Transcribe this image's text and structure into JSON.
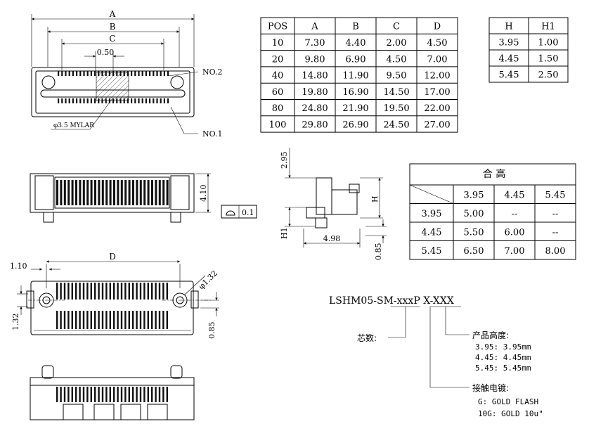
{
  "top_view": {
    "dim_a": "A",
    "dim_b": "B",
    "dim_c": "C",
    "pitch": "0.50",
    "callout_no2": "NO.2",
    "callout_no1": "NO.1",
    "mylar": "φ3.5 MYLAR"
  },
  "side_view": {
    "height": "4.10",
    "flatness": "0.1"
  },
  "bottom_view": {
    "dim_left": "1.10",
    "dim_d": "D",
    "hole_dia": "φ1.32",
    "dim_vert_left": "1.32",
    "dim_vert_right": "0.85"
  },
  "profile_view": {
    "dim_top": "2.95",
    "dim_h": "H",
    "dim_h1": "H1",
    "dim_width": "4.98",
    "dim_bottom": "0.85"
  },
  "dims_table": {
    "headers": [
      "POS",
      "A",
      "B",
      "C",
      "D"
    ],
    "rows": [
      [
        "10",
        "7.30",
        "4.40",
        "2.00",
        "4.50"
      ],
      [
        "20",
        "9.80",
        "6.90",
        "4.50",
        "7.00"
      ],
      [
        "40",
        "14.80",
        "11.90",
        "9.50",
        "12.00"
      ],
      [
        "60",
        "19.80",
        "16.90",
        "14.50",
        "17.00"
      ],
      [
        "80",
        "24.80",
        "21.90",
        "19.50",
        "22.00"
      ],
      [
        "100",
        "29.80",
        "26.90",
        "24.50",
        "27.00"
      ]
    ]
  },
  "h_table": {
    "headers": [
      "H",
      "H1"
    ],
    "rows": [
      [
        "3.95",
        "1.00"
      ],
      [
        "4.45",
        "1.50"
      ],
      [
        "5.45",
        "2.50"
      ]
    ]
  },
  "stack_table": {
    "title": "合 高",
    "col_headers": [
      "3.95",
      "4.45",
      "5.45"
    ],
    "row_headers": [
      "3.95",
      "4.45",
      "5.45"
    ],
    "cells": [
      [
        "5.00",
        "--",
        "--"
      ],
      [
        "5.50",
        "6.00",
        "--"
      ],
      [
        "6.50",
        "7.00",
        "8.00"
      ]
    ]
  },
  "part_number": {
    "code": "LSHM05-SM-xxxP X-XXX",
    "pins_label": "芯数:",
    "height_label": "产品高度:",
    "heights": [
      "3.95: 3.95mm",
      "4.45: 4.45mm",
      "5.45: 5.45mm"
    ],
    "plating_label": "接触电镀:",
    "platings": [
      "G: GOLD FLASH",
      "10G: GOLD 10u\""
    ]
  }
}
